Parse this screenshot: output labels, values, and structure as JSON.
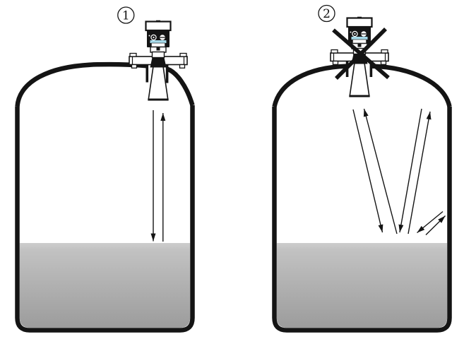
{
  "page": {
    "background_color": "#ffffff"
  },
  "figure": {
    "badge_1": "1",
    "badge_2": "2",
    "colors": {
      "line": "#141414",
      "liquid_top": "#cdcdcd",
      "liquid_bottom": "#9c9c9c",
      "display_screen": "#a5d9e9"
    },
    "icons": [
      "circled-number-badge",
      "radar-level-transmitter-icon",
      "mounting-flange-icon",
      "horn-antenna-icon",
      "signal-arrow-icon",
      "x-cross-icon"
    ]
  }
}
